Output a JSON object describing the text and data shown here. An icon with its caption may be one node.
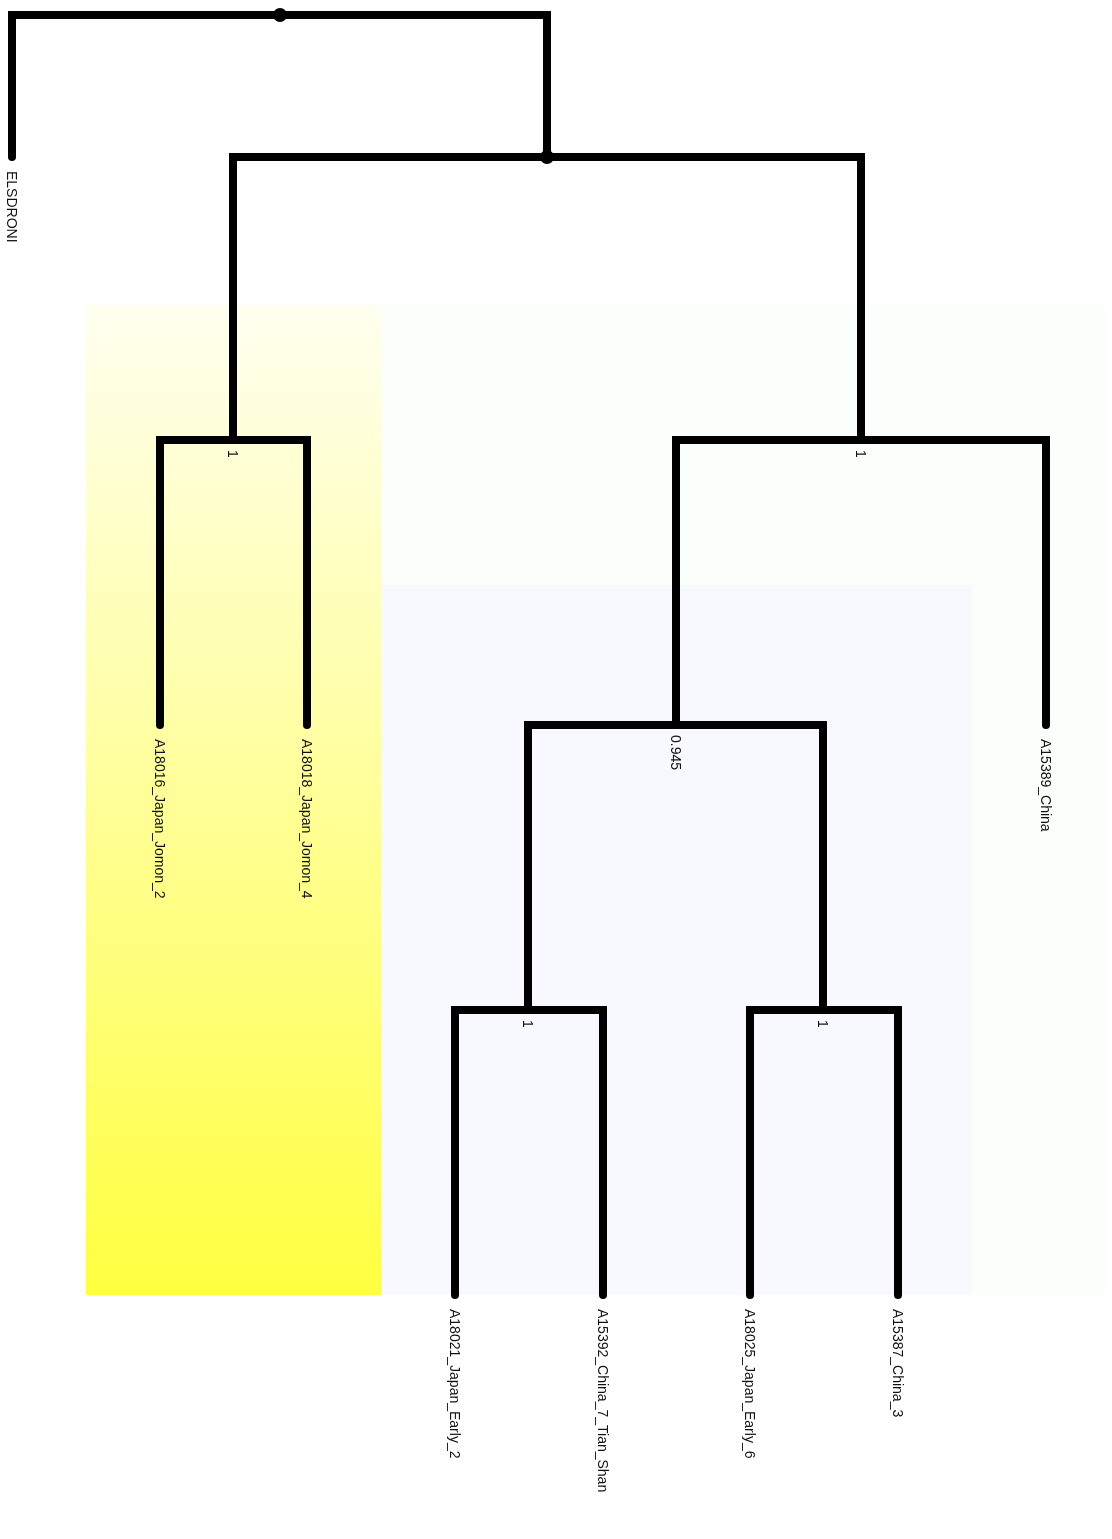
{
  "diagram": {
    "nodes": [
      {
        "text": [],
        "shape": "point"
      },
      {
        "text": [
          "ELSDRONI"
        ]
      },
      {
        "text": [],
        "shape": "point"
      },
      {
        "text": [
          "1"
        ]
      },
      {
        "text": [
          "1"
        ]
      },
      {
        "text": [
          "A18016_Japan_Jomon_2"
        ]
      },
      {
        "text": [
          "A18018_Japan_Jomon_4"
        ]
      },
      {
        "text": [
          "0.945"
        ]
      },
      {
        "text": [
          "A15389_China"
        ]
      },
      {
        "text": [
          "1"
        ]
      },
      {
        "text": [
          "1"
        ]
      },
      {
        "text": [
          "A18021_Japan_Early_2"
        ]
      },
      {
        "text": [
          "A15392_China_7_Tian_Shan"
        ]
      },
      {
        "text": [
          "A18025_Japan_Early_6"
        ]
      },
      {
        "text": [
          "A15387_China_3"
        ]
      }
    ],
    "edges": [
      {
        "from": 0,
        "to": 1,
        "arrow": "none"
      },
      {
        "from": 0,
        "to": 2,
        "arrow": "none"
      },
      {
        "from": 2,
        "to": 3,
        "arrow": "none"
      },
      {
        "from": 2,
        "to": 4,
        "arrow": "none"
      },
      {
        "from": 3,
        "to": 5,
        "arrow": "none"
      },
      {
        "from": 3,
        "to": 6,
        "arrow": "none"
      },
      {
        "from": 4,
        "to": 7,
        "arrow": "none"
      },
      {
        "from": 4,
        "to": 8,
        "arrow": "none"
      },
      {
        "from": 7,
        "to": 9,
        "arrow": "none"
      },
      {
        "from": 7,
        "to": 10,
        "arrow": "none"
      },
      {
        "from": 9,
        "to": 11,
        "arrow": "none"
      },
      {
        "from": 9,
        "to": 12,
        "arrow": "none"
      },
      {
        "from": 10,
        "to": 13,
        "arrow": "none"
      },
      {
        "from": 10,
        "to": 14,
        "arrow": "none"
      }
    ]
  }
}
